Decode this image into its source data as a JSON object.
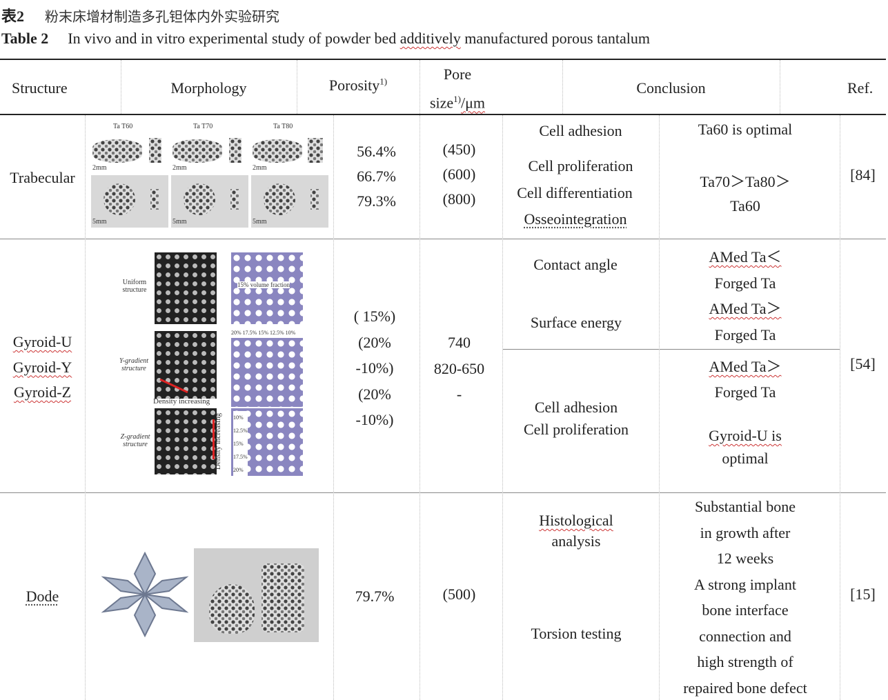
{
  "caption": {
    "cn_label": "表2",
    "cn_title": "粉末床增材制造多孔钽体内外实验研究",
    "en_label": "Table 2",
    "en_title_a": "In vivo and in vitro experimental study of powder bed ",
    "en_title_b": "additively",
    "en_title_c": " manufactured porous tantalum"
  },
  "headers": {
    "structure": "Structure",
    "morphology": "Morphology",
    "porosity": "Porosity",
    "porosity_sup": "1)",
    "pore_a": "Pore",
    "pore_b": "size",
    "pore_sup": "1)",
    "pore_unit": "/μm",
    "conclusion": "Conclusion",
    "ref": "Ref."
  },
  "rows": [
    {
      "structure": "Trabecular",
      "image_labels": [
        "Ta T60",
        "Ta T70",
        "Ta T80",
        "2mm",
        "2mm",
        "2mm",
        "5mm",
        "5mm",
        "5mm"
      ],
      "porosity": [
        "56.4%",
        "66.7%",
        "79.3%"
      ],
      "pore": [
        "(450)",
        "(600)",
        "(800)"
      ],
      "tests": [
        "Cell adhesion",
        "Cell proliferation",
        "Cell differentiation",
        "Osseointegration"
      ],
      "conclusion": [
        "Ta60  is optimal",
        "Ta70＞Ta80＞",
        "Ta60"
      ],
      "ref": "[84]"
    },
    {
      "structure": [
        "Gyroid-U",
        "Gyroid-Y",
        "Gyroid-Z"
      ],
      "image_labels": {
        "uniform": "Uniform structure",
        "y": "Y-gradient structure",
        "z": "Z-gradient structure",
        "vol": "15% volume fraction",
        "density": "Density increasing",
        "ycols": "20%  17.5%  15%  12.5%  10%",
        "zrows": [
          "10%",
          "12.5%",
          "15%",
          "17.5%",
          "20%"
        ]
      },
      "porosity": [
        "( 15%)",
        "(20%",
        "-10%)",
        "(20%",
        "-10%)"
      ],
      "pore": [
        "740",
        "820-650",
        "-"
      ],
      "tests_a": [
        "Contact angle",
        "Surface energy"
      ],
      "conclusion_a": [
        "AMed  Ta＜",
        "Forged  Ta",
        "AMed Ta＞",
        "Forged  Ta"
      ],
      "tests_b": [
        "Cell adhesion",
        "Cell proliferation"
      ],
      "conclusion_b": [
        "AMed Ta＞",
        "Forged Ta",
        "Gyroid-U is",
        "optimal"
      ],
      "ref": "[54]"
    },
    {
      "structure": "Dode",
      "porosity": "79.7%",
      "pore": "(500)",
      "tests": [
        "Histological",
        "analysis",
        "Torsion testing"
      ],
      "conclusion": [
        "Substantial bone",
        "in growth after",
        "12 weeks",
        "A strong implant",
        "bone interface",
        "connection and",
        "high strength  of",
        "repaired bone defect"
      ],
      "ref": "[15]"
    }
  ]
}
